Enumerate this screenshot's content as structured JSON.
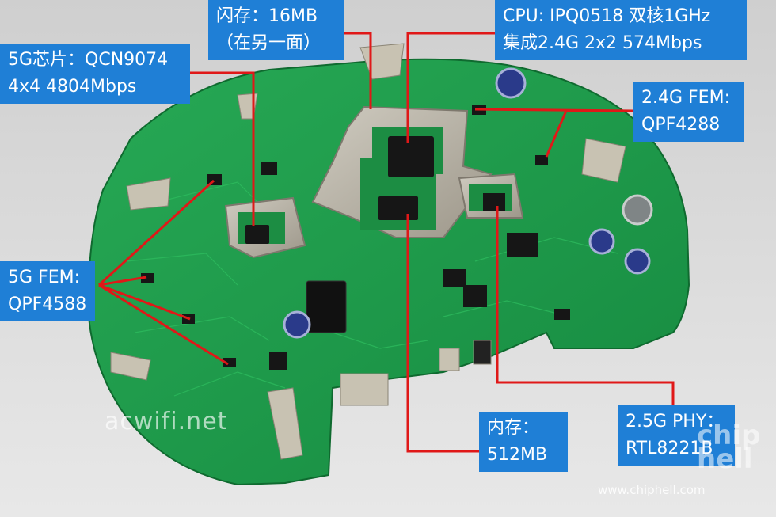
{
  "image": {
    "subject": "PCB",
    "colors": {
      "background": "#dcdcdc",
      "pcb": "#1f9a4a",
      "label_bg": "#1f7fd6",
      "label_text": "#ffffff",
      "callout_line": "#e01818"
    }
  },
  "labels": {
    "flash": {
      "line1": "闪存：16MB",
      "line2": "（在另一面）"
    },
    "cpu": {
      "line1": "CPU: IPQ0518 双核1GHz",
      "line2": "集成2.4G 2x2 574Mbps"
    },
    "chip5g": {
      "line1": "5G芯片：QCN9074",
      "line2": "4x4 4804Mbps"
    },
    "fem24": {
      "line1": "2.4G FEM:",
      "line2": "QPF4288"
    },
    "fem5": {
      "line1": "5G FEM:",
      "line2": "QPF4588"
    },
    "memory": {
      "line1": "内存：",
      "line2": "512MB"
    },
    "phy": {
      "line1": "2.5G PHY：",
      "line2": "RTL8221B"
    }
  },
  "watermarks": {
    "left": "acwifi.net",
    "right_url": "www.chiphell.com",
    "right_logo": "chip hell"
  }
}
